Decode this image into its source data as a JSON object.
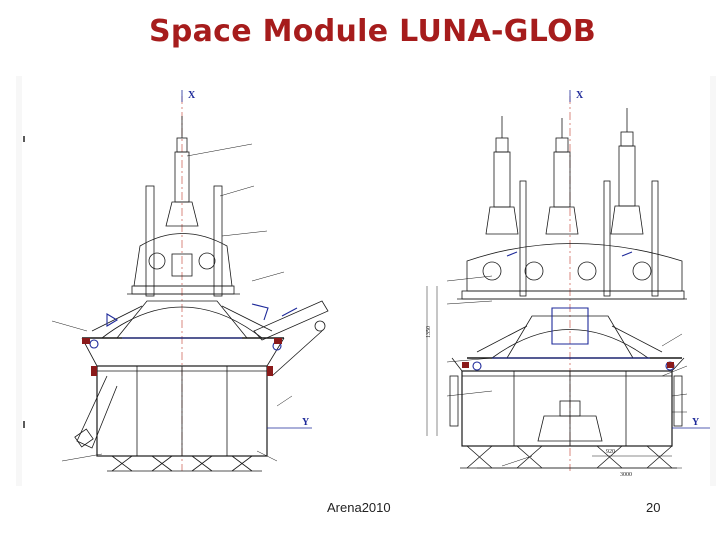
{
  "slide": {
    "title": "Space Module LUNA-GLOB",
    "footer_left": "Arena2010",
    "page_number": "20"
  },
  "drawing": {
    "axes": {
      "left_top": "X",
      "left_right": "Y",
      "right_top": "X",
      "right_right": "Y"
    },
    "dimensions": [
      "920",
      "1350",
      "3000"
    ]
  },
  "colors": {
    "title": "#a61c1c",
    "line": "#1a1a1a",
    "centerline": "#c0392b",
    "accent": "#1e2a9a"
  }
}
